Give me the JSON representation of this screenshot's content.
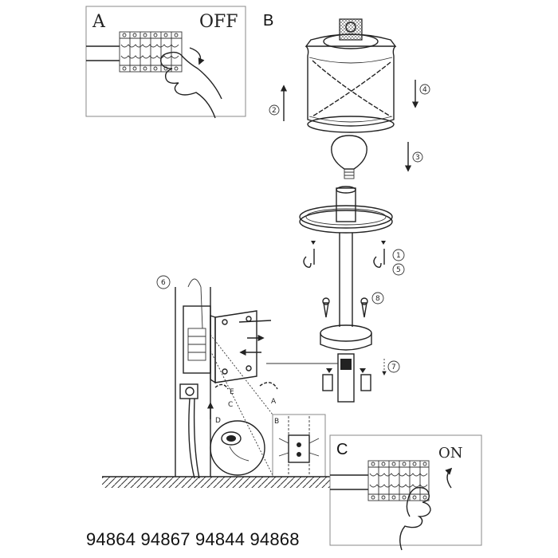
{
  "panels": {
    "a": {
      "letter": "A",
      "state": "OFF"
    },
    "b": {
      "letter": "B"
    },
    "c": {
      "letter": "C",
      "state": "ON"
    }
  },
  "steps": {
    "s1": "1",
    "s2": "2",
    "s3": "3",
    "s4": "4",
    "s5": "5",
    "s6": "6",
    "s7": "7",
    "s8": "8"
  },
  "inset_letters": {
    "a": "A",
    "b": "B",
    "c": "C",
    "d": "D",
    "e": "E"
  },
  "model_numbers": "94864 94867 94844 94868"
}
